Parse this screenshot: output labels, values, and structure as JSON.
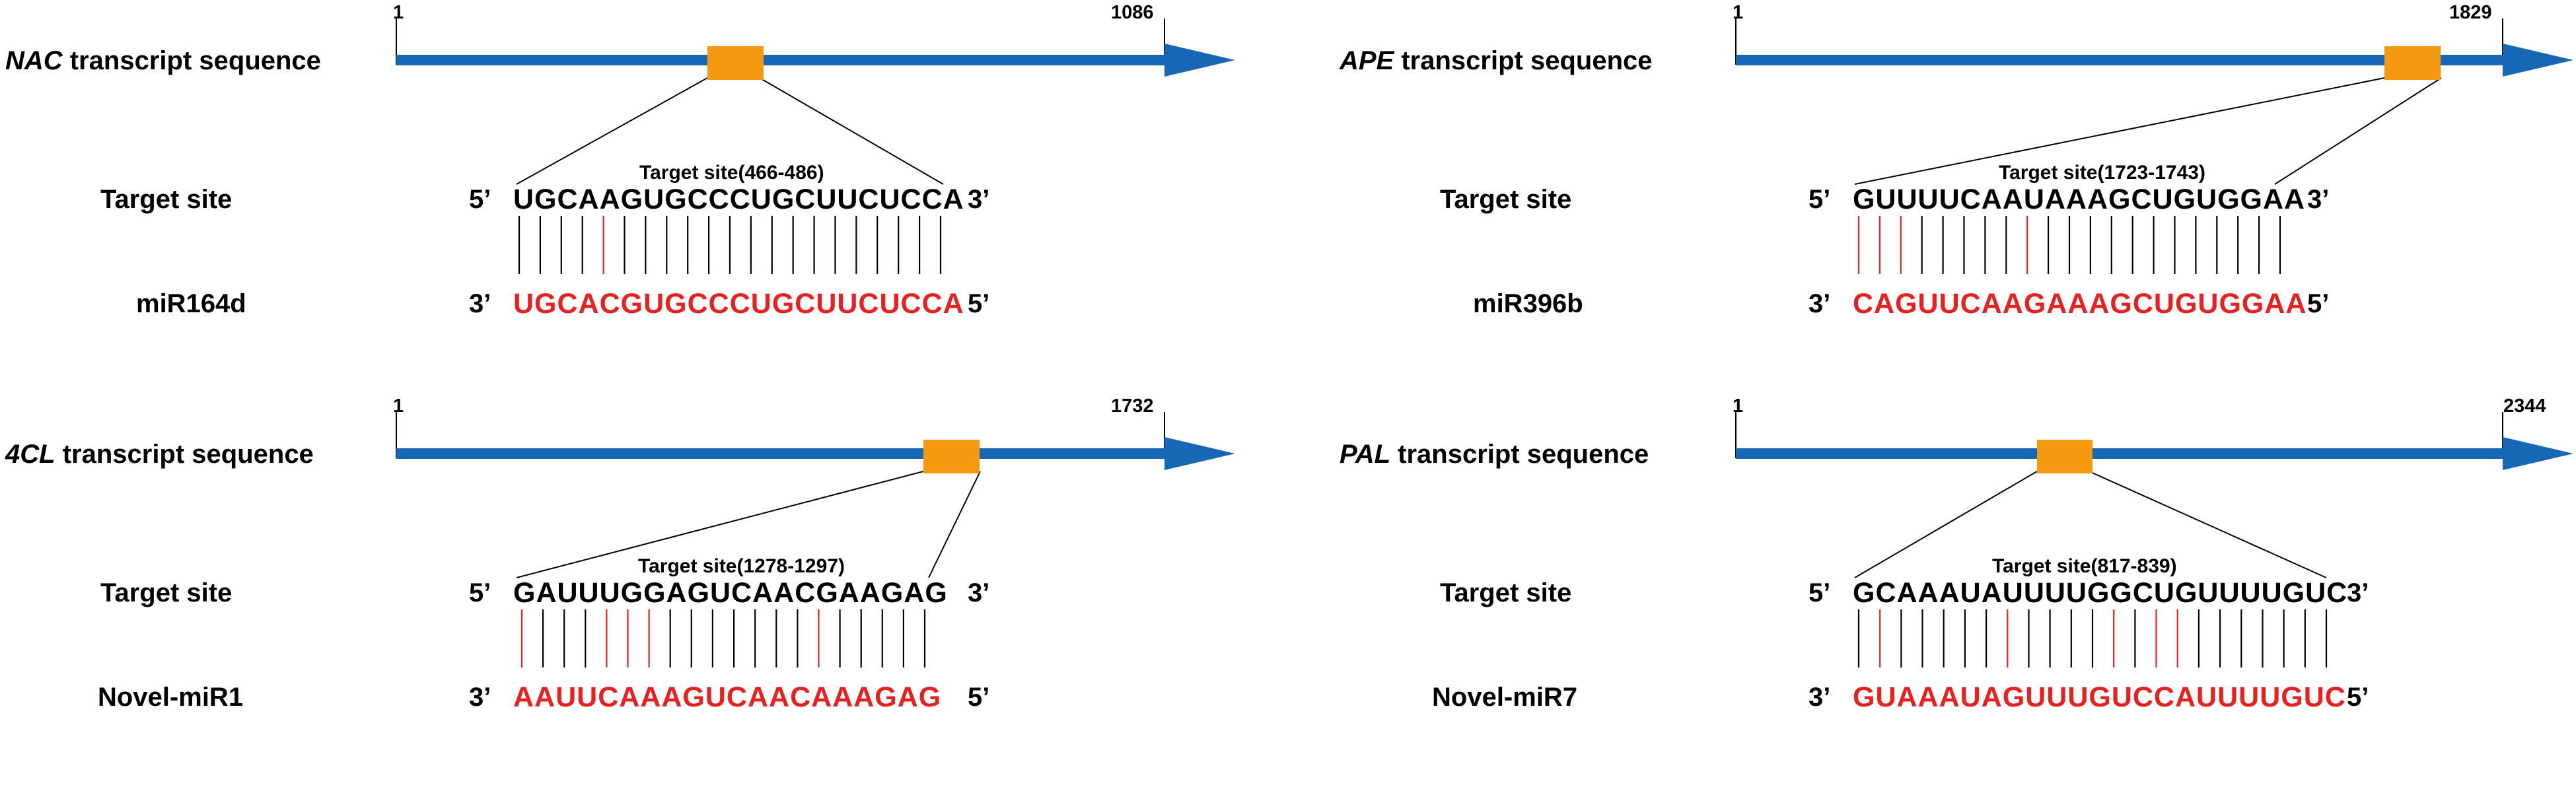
{
  "colors": {
    "transcript_arrow": "#1668b6",
    "target_box": "#f59a10",
    "mismatch_line": "#e8201f",
    "match_line": "#000000",
    "mirna_text": "#e8201f",
    "text": "#000000"
  },
  "panels": [
    {
      "gene": "NAC",
      "title_suffix": " transcript sequence",
      "start": "1",
      "end": "1086",
      "row_labels": {
        "target": "Target site",
        "mirna": "miR164d"
      },
      "target_range": "Target site(466-486)",
      "five_prime": "5’",
      "three_prime": "3’",
      "target_sequence": "UGCAAGUGCCCUGCUUCUCCA",
      "mirna_sequence": "UGCACGUGCCCUGCUUCUCCA",
      "mismatch_positions": [
        4
      ]
    },
    {
      "gene": "APE",
      "title_suffix": " transcript sequence",
      "start": "1",
      "end": "1829",
      "row_labels": {
        "target": "Target site",
        "mirna": "miR396b"
      },
      "target_range": "Target site(1723-1743)",
      "five_prime": "5’",
      "three_prime": "3’",
      "target_sequence": "GUUUUCAAUAAAGCUGUGGAA",
      "mirna_sequence": "CAGUUCAAGAAAGCUGUGGAA",
      "mismatch_positions": [
        0,
        1,
        2,
        8
      ]
    },
    {
      "gene": "4CL",
      "title_suffix": " transcript sequence",
      "start": "1",
      "end": "1732",
      "row_labels": {
        "target": "Target site",
        "mirna": "Novel-miR1"
      },
      "target_range": "Target site(1278-1297)",
      "five_prime": "5’",
      "three_prime": "3’",
      "target_sequence": "GAUUUGGAGUCAACGAAGAG",
      "mirna_sequence": "AAUUCAAAGUCAACAAAGAG",
      "mismatch_positions": [
        0,
        4,
        5,
        6,
        14
      ]
    },
    {
      "gene": "PAL",
      "title_suffix": " transcript sequence",
      "start": "1",
      "end": "2344",
      "row_labels": {
        "target": "Target site",
        "mirna": "Novel-miR7"
      },
      "target_range": "Target site(817-839)",
      "five_prime": "5’",
      "three_prime": "3’",
      "target_sequence": "GCAAAUAUUUUGGCUGUUUUGUC",
      "mirna_sequence": "GUAAAUAGUUUGUCCAUUUUGUC",
      "mismatch_positions": [
        1,
        7,
        12,
        14,
        15
      ]
    }
  ]
}
